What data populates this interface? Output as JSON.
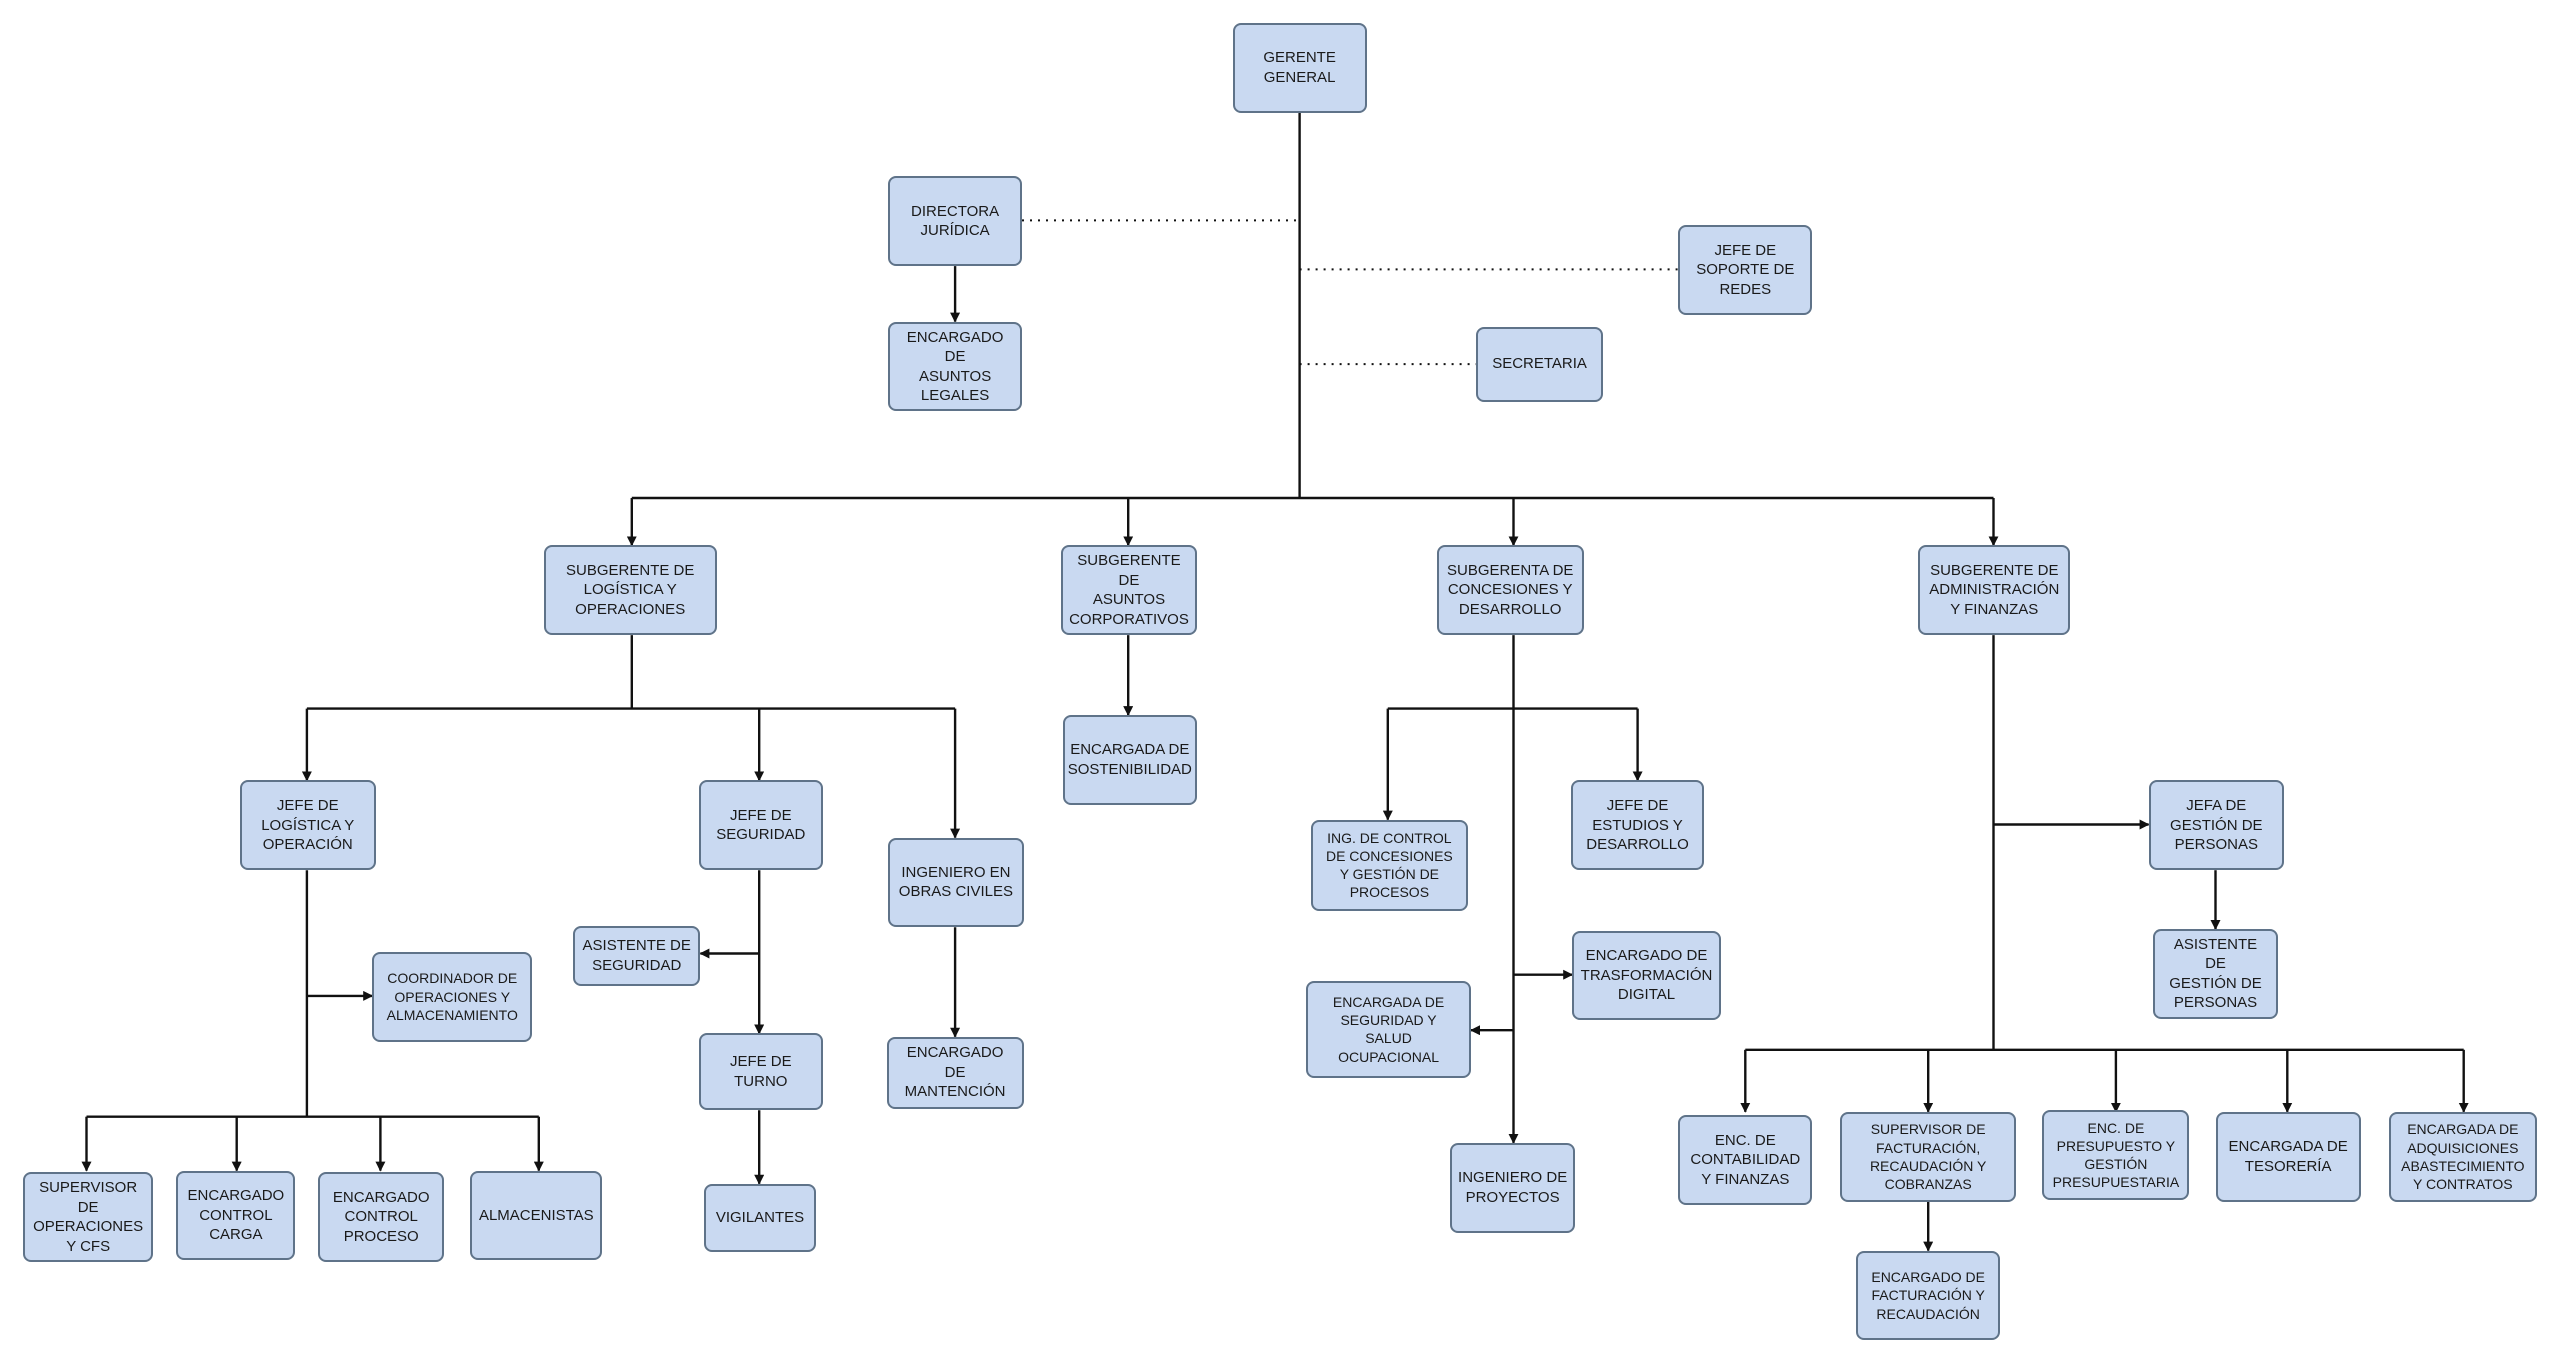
{
  "colors": {
    "node_fill": "#c9d9f1",
    "node_border": "#5f7389",
    "line": "#111111"
  },
  "nodes": {
    "gerente": {
      "label": "GERENTE\nGENERAL"
    },
    "directora": {
      "label": "DIRECTORA\nJURÍDICA"
    },
    "asuntos_legales": {
      "label": "ENCARGADO DE\nASUNTOS\nLEGALES"
    },
    "jefe_redes": {
      "label": "JEFE DE\nSOPORTE DE\nREDES"
    },
    "secretaria": {
      "label": "SECRETARIA"
    },
    "sub_logistica": {
      "label": "SUBGERENTE DE\nLOGÍSTICA Y\nOPERACIONES"
    },
    "sub_corporativos": {
      "label": "SUBGERENTE DE\nASUNTOS\nCORPORATIVOS"
    },
    "sub_concesiones": {
      "label": "SUBGERENTA DE\nCONCESIONES Y\nDESARROLLO"
    },
    "sub_admin": {
      "label": "SUBGERENTE DE\nADMINISTRACIÓN\nY FINANZAS"
    },
    "jefe_logistica": {
      "label": "JEFE DE\nLOGÍSTICA Y\nOPERACIÓN"
    },
    "jefe_seguridad": {
      "label": "JEFE DE\nSEGURIDAD"
    },
    "ing_obras": {
      "label": "INGENIERO EN\nOBRAS CIVILES"
    },
    "sostenibilidad": {
      "label": "ENCARGADA DE\nSOSTENIBILIDAD"
    },
    "ing_control": {
      "label": "ING. DE CONTROL\nDE CONCESIONES\nY GESTIÓN DE\nPROCESOS"
    },
    "jefe_estudios": {
      "label": "JEFE DE\nESTUDIOS Y\nDESARROLLO"
    },
    "jefa_personas": {
      "label": "JEFA DE\nGESTIÓN DE\nPERSONAS"
    },
    "coordinador": {
      "label": "COORDINADOR DE\nOPERACIONES Y\nALMACENAMIENTO"
    },
    "asist_seguridad": {
      "label": "ASISTENTE DE\nSEGURIDAD"
    },
    "jefe_turno": {
      "label": "JEFE DE\nTURNO"
    },
    "vigilantes": {
      "label": "VIGILANTES"
    },
    "mantencion": {
      "label": "ENCARGADO DE\nMANTENCIÓN"
    },
    "transformacion": {
      "label": "ENCARGADO DE\nTRASFORMACIÓN\nDIGITAL"
    },
    "seg_salud": {
      "label": "ENCARGADA DE\nSEGURIDAD Y\nSALUD\nOCUPACIONAL"
    },
    "ing_proyectos": {
      "label": "INGENIERO DE\nPROYECTOS"
    },
    "asist_personas": {
      "label": "ASISTENTE DE\nGESTIÓN DE\nPERSONAS"
    },
    "supervisor_cfs": {
      "label": "SUPERVISOR DE\nOPERACIONES\nY CFS"
    },
    "control_carga": {
      "label": "ENCARGADO\nCONTROL\nCARGA"
    },
    "control_proceso": {
      "label": "ENCARGADO\nCONTROL\nPROCESO"
    },
    "almacenistas": {
      "label": "ALMACENISTAS"
    },
    "contabilidad": {
      "label": "ENC. DE\nCONTABILIDAD\nY FINANZAS"
    },
    "sup_facturacion": {
      "label": "SUPERVISOR DE\nFACTURACIÓN,\nRECAUDACIÓN Y\nCOBRANZAS"
    },
    "presupuesto": {
      "label": "ENC. DE\nPRESUPUESTO Y\nGESTIÓN\nPRESUPUESTARIA"
    },
    "tesoreria": {
      "label": "ENCARGADA DE\nTESORERÍA"
    },
    "adquisiciones": {
      "label": "ENCARGADA DE\nADQUISICIONES\nABASTECIMIENTO\nY CONTRATOS"
    },
    "enc_facturacion": {
      "label": "ENCARGADO DE\nFACTURACIÓN Y\nRECAUDACIÓN"
    }
  }
}
